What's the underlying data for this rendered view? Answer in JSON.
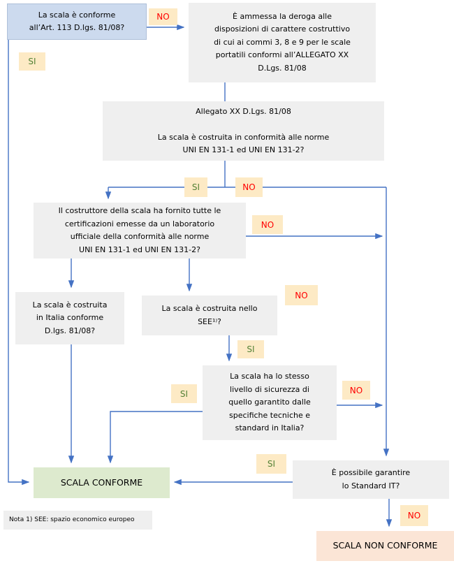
{
  "colors": {
    "connector_blue": "#4472c4",
    "question_box_blue": "#ccdaee",
    "process_box_gray": "#efefef",
    "outcome_green": "#ddeace",
    "outcome_peach": "#fbe5d6",
    "tag_background_tan": "#fdeac5",
    "no_text_red": "#ff0000",
    "si_text_green": "#538135"
  },
  "nodes": {
    "q_art113": "La scala è conforme\nall’Art. 113 D.lgs. 81/08?",
    "deroga": "È ammessa la deroga alle\ndisposizioni di carattere costruttivo\ndi cui ai commi 3, 8 e 9 per le scale\nportatili conformi all’ALLEGATO XX\nD.Lgs. 81/08",
    "allegato": "Allegato XX D.Lgs. 81/08\n\nLa scala è costruita in conformità alle norme\nUNI EN 131-1 ed UNI EN 131-2?",
    "costruttore": "Il costruttore della scala ha fornito tutte le\ncertificazioni emesse da un laboratorio\nufficiale della conformità alle norme\nUNI EN 131-1 ed UNI EN 131-2?",
    "italia": "La scala è costruita\nin Italia conforme\nD.lgs. 81/08?",
    "see": "La scala è costruita nello\nSEE¹⁾?",
    "livello": "La scala ha lo stesso\nlivello di sicurezza di\nquello garantito dalle\nspecifiche tecniche e\nstandard in Italia?",
    "conforme": "SCALA CONFORME",
    "standard_it": "È possibile garantire\nlo Standard IT?",
    "non_conforme": "SCALA NON CONFORME",
    "nota": "Nota 1) SEE: spazio economico europeo"
  },
  "labels": {
    "si": "SI",
    "no": "NO"
  }
}
